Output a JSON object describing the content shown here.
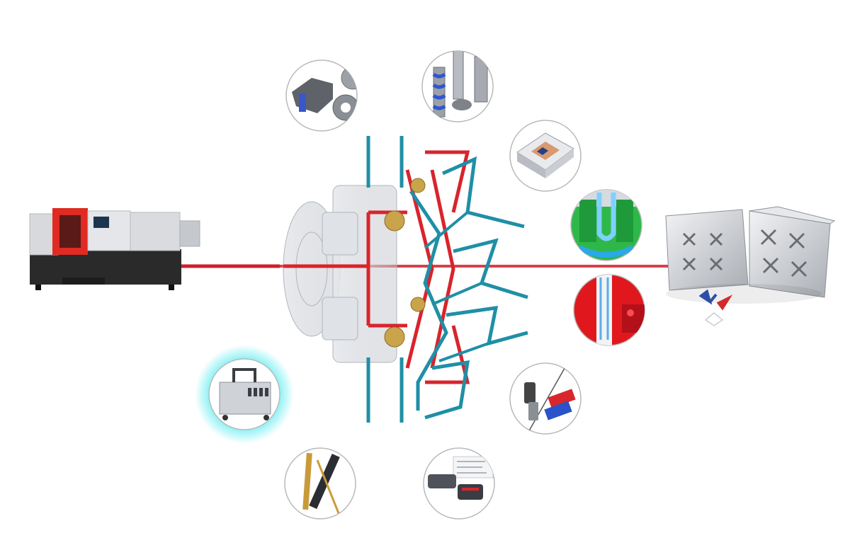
{
  "colors": {
    "background": "#ffffff",
    "axis_line": "#d0202a",
    "cooling_channel": "#1f8fa6",
    "runner": "#d8242c",
    "mold_ghost": "#c9cdd3",
    "brass": "#c9a44a",
    "machine_red": "#e02a22",
    "machine_grey": "#d7d9dc",
    "machine_base": "#2a2a2a",
    "highlight_glow": "#3ee8ee",
    "part_red": "#d22b2b",
    "part_blue": "#2e4fa8",
    "part_white": "#ffffff"
  },
  "scene": {
    "machine": {
      "name": "injection-molding-machine"
    },
    "exploded_mold": {
      "name": "hot-runner-mold-exploded"
    },
    "mold_block": {
      "name": "open-mold-halves-with-parts"
    }
  },
  "thumbnails": [
    {
      "name": "nozzle-seal-components-icon"
    },
    {
      "name": "cooling-core-insert-icon"
    },
    {
      "name": "conformal-cooling-plate-icon"
    },
    {
      "name": "bubbler-cooling-cross-section-icon"
    },
    {
      "name": "baffle-cooling-cross-section-icon"
    },
    {
      "name": "quick-couplings-manifold-icon"
    },
    {
      "name": "temperature-controller-unit-icon"
    },
    {
      "name": "heat-pipe-pins-icon"
    },
    {
      "name": "mold-cleaning-unit-icon"
    }
  ]
}
